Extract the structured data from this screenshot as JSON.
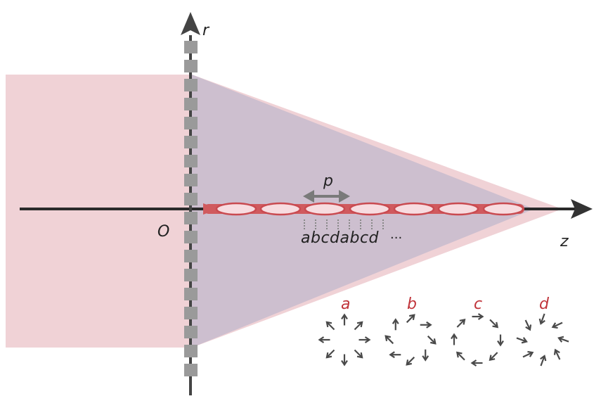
{
  "labels": {
    "r_axis": "r",
    "z_axis": "z",
    "origin": "O",
    "period": "p",
    "sequence": "abcdabcd",
    "ellipsis": "···"
  },
  "polarization_states": [
    {
      "label": "a",
      "pattern": "radial-outward"
    },
    {
      "label": "b",
      "pattern": "spiral-outward"
    },
    {
      "label": "c",
      "pattern": "azimuthal"
    },
    {
      "label": "d",
      "pattern": "spiral-inward"
    }
  ],
  "colors": {
    "incident_beam": "#f0d2d6",
    "cone_overlap": "#cdbfcf",
    "focal_line": "#d05a5e",
    "axis": "#222222",
    "metasurface": "#9a9a9a",
    "arrow": "#4a4a4a",
    "state_label": "#c0343a"
  }
}
